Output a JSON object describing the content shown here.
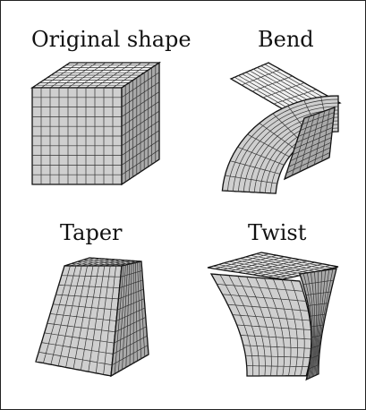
{
  "labels": {
    "original": "Original shape",
    "bend": "Bend",
    "taper": "Taper",
    "twist": "Twist"
  },
  "colors": {
    "face_light": "#f0f0f0",
    "face_mid": "#cfcfcf",
    "face_dark": "#a9a9a9",
    "grid_line": "#333333",
    "outline": "#111111"
  }
}
